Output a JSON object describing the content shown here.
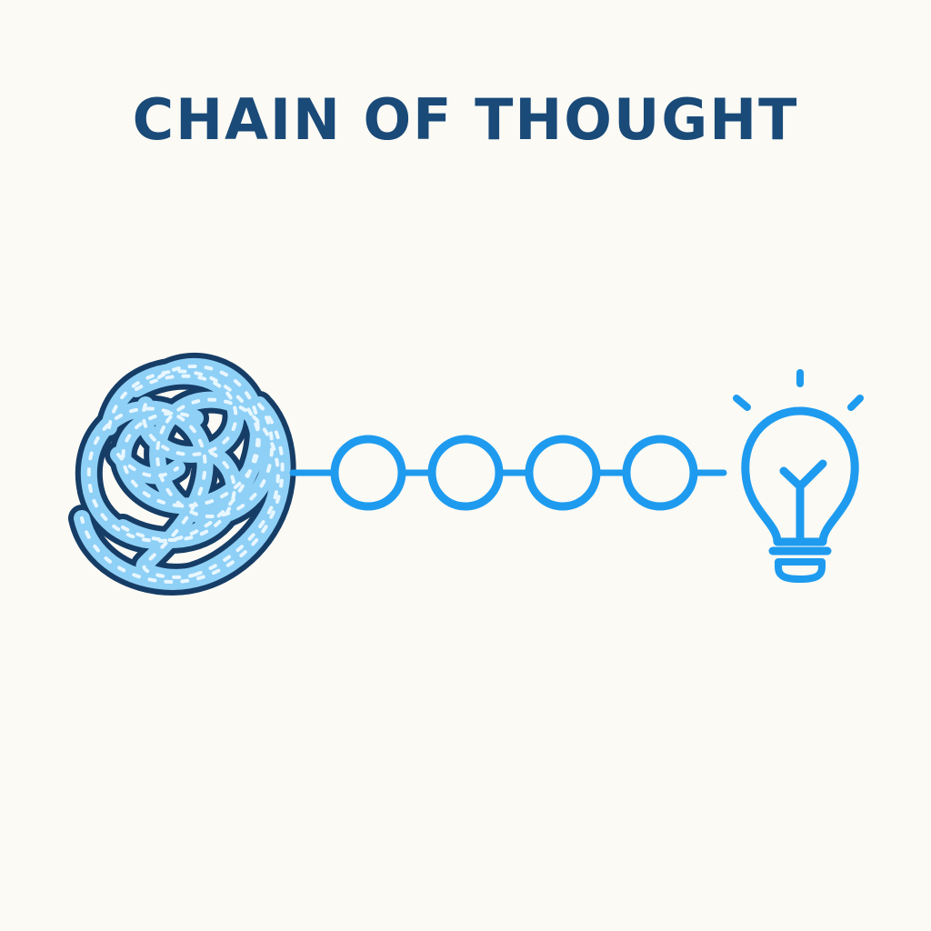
{
  "title": "CHAIN OF THOUGHT",
  "colors": {
    "background": "#fbfaf5",
    "title": "#1a4a78",
    "knot_outline": "#163d66",
    "knot_fill": "#8fd0f6",
    "knot_highlight": "#e8f7ff",
    "chain": "#1e9bef"
  },
  "diagram": {
    "start_icon": "tangled-knot-icon",
    "end_icon": "lightbulb-icon",
    "steps": [
      {
        "name": "chain-step-1"
      },
      {
        "name": "chain-step-2"
      },
      {
        "name": "chain-step-3"
      },
      {
        "name": "chain-step-4"
      }
    ]
  }
}
